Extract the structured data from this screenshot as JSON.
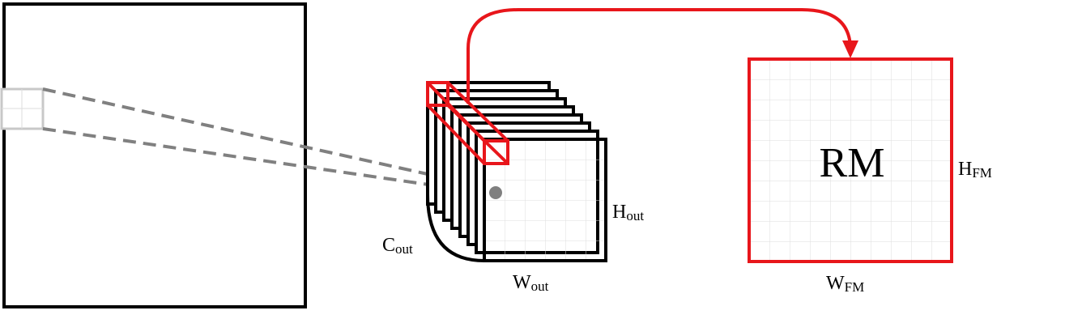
{
  "labels": {
    "h_out": {
      "base": "H",
      "sub": "out"
    },
    "w_out": {
      "base": "W",
      "sub": "out"
    },
    "c_out": {
      "base": "C",
      "sub": "out"
    },
    "h_fm": {
      "base": "H",
      "sub": "FM"
    },
    "w_fm": {
      "base": "W",
      "sub": "FM"
    },
    "rm": "RM"
  },
  "colors": {
    "highlight": "#e8161b",
    "outline": "#000000",
    "grid": "#dddddd",
    "receptive_field": "#c8c8c8",
    "projection": "#808080"
  }
}
